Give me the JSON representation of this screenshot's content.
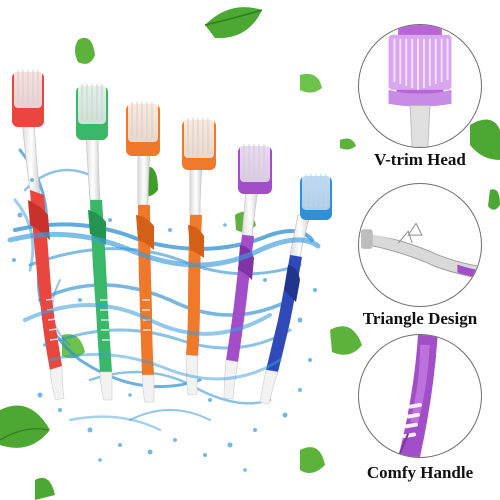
{
  "features": [
    {
      "label": "V-trim Head",
      "icon": "toothbrush-head-closeup-icon"
    },
    {
      "label": "Triangle Design",
      "icon": "toothbrush-neck-closeup-icon"
    },
    {
      "label": "Comfy Handle",
      "icon": "toothbrush-handle-closeup-icon"
    }
  ],
  "toothbrushes": [
    {
      "color": "red",
      "hex": "#e8463f"
    },
    {
      "color": "green",
      "hex": "#39b86a"
    },
    {
      "color": "orange",
      "hex": "#f0782a"
    },
    {
      "color": "orange",
      "hex": "#f07a2c"
    },
    {
      "color": "purple",
      "hex": "#a24ec9"
    },
    {
      "color": "blue",
      "hex": "#2f49b8"
    }
  ],
  "colors": {
    "leaf": "#5cb23a",
    "water": "#2e8fd0",
    "circle_border": "#6e6e6e"
  }
}
